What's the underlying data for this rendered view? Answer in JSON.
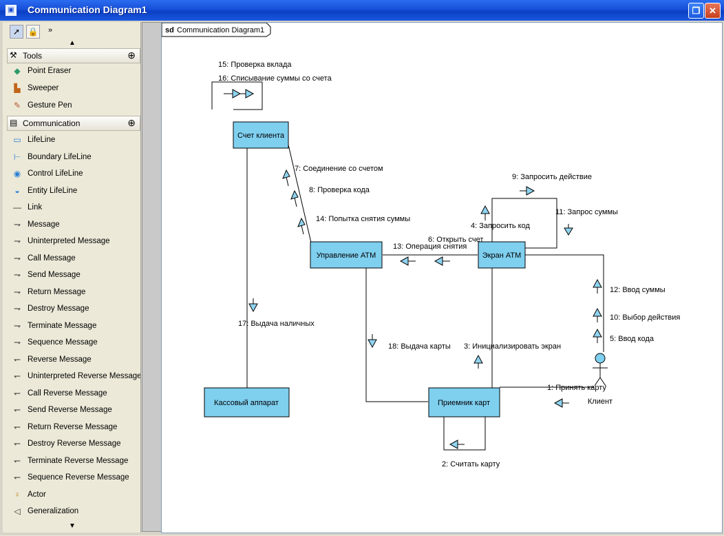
{
  "window": {
    "title": "Communication Diagram1"
  },
  "palette": {
    "groups": [
      {
        "label": "Tools",
        "icon": "tools-icon"
      },
      {
        "label": "Communication",
        "icon": "communication-icon"
      }
    ],
    "tools": [
      {
        "label": "Point Eraser",
        "icon": "eraser-icon"
      },
      {
        "label": "Sweeper",
        "icon": "sweeper-icon"
      },
      {
        "label": "Gesture Pen",
        "icon": "pen-icon"
      }
    ],
    "items": [
      {
        "label": "LifeLine",
        "icon": "lifeline-icon"
      },
      {
        "label": "Boundary LifeLine",
        "icon": "boundary-lifeline-icon"
      },
      {
        "label": "Control LifeLine",
        "icon": "control-lifeline-icon"
      },
      {
        "label": "Entity LifeLine",
        "icon": "entity-lifeline-icon"
      },
      {
        "label": "Link",
        "icon": "link-icon"
      },
      {
        "label": "Message",
        "icon": "message-icon"
      },
      {
        "label": "Uninterpreted Message",
        "icon": "message-icon"
      },
      {
        "label": "Call Message",
        "icon": "message-icon"
      },
      {
        "label": "Send Message",
        "icon": "message-icon"
      },
      {
        "label": "Return Message",
        "icon": "message-icon"
      },
      {
        "label": "Destroy Message",
        "icon": "message-icon"
      },
      {
        "label": "Terminate Message",
        "icon": "message-icon"
      },
      {
        "label": "Sequence Message",
        "icon": "message-icon"
      },
      {
        "label": "Reverse Message",
        "icon": "reverse-message-icon"
      },
      {
        "label": "Uninterpreted Reverse Message",
        "icon": "reverse-message-icon"
      },
      {
        "label": "Call Reverse Message",
        "icon": "reverse-message-icon"
      },
      {
        "label": "Send Reverse Message",
        "icon": "reverse-message-icon"
      },
      {
        "label": "Return Reverse Message",
        "icon": "reverse-message-icon"
      },
      {
        "label": "Destroy Reverse Message",
        "icon": "reverse-message-icon"
      },
      {
        "label": "Terminate Reverse Message",
        "icon": "reverse-message-icon"
      },
      {
        "label": "Sequence Reverse Message",
        "icon": "reverse-message-icon"
      },
      {
        "label": "Actor",
        "icon": "actor-icon"
      },
      {
        "label": "Generalization",
        "icon": "generalization-icon"
      }
    ]
  },
  "diagram": {
    "frame_keyword": "sd",
    "frame_name": "Communication Diagram1",
    "lifelines": {
      "account": "Счет клиента",
      "control": "Управление ATM",
      "screen": "Экран ATM",
      "cashier": "Кассовый аппарат",
      "reader": "Приемник карт"
    },
    "actor": "Клиент",
    "messages": {
      "m15": "15: Проверка вклада",
      "m16": "16: Списывание суммы со счета",
      "m7": "7: Соединение со счетом",
      "m8": "8: Проверка кода",
      "m14": "14: Попытка снятия суммы",
      "m9": "9: Запросить действие",
      "m11": "11: Запрос суммы",
      "m4": "4: Запросить код",
      "m6": "6: Открыть счет",
      "m13": "13: Операция снятия",
      "m12": "12: Ввод суммы",
      "m10": "10: Выбор действия",
      "m5": "5: Ввод кода",
      "m17": "17: Выдача наличных",
      "m18": "18: Выдача карты",
      "m3": "3: Инициализировать экран",
      "m1": "1: Принять карту",
      "m2": "2: Считать карту"
    }
  },
  "colors": {
    "lifeline_fill": "#7fcfef",
    "arrow_fill": "#8fd4f0",
    "title_bar": "#1750d8"
  }
}
